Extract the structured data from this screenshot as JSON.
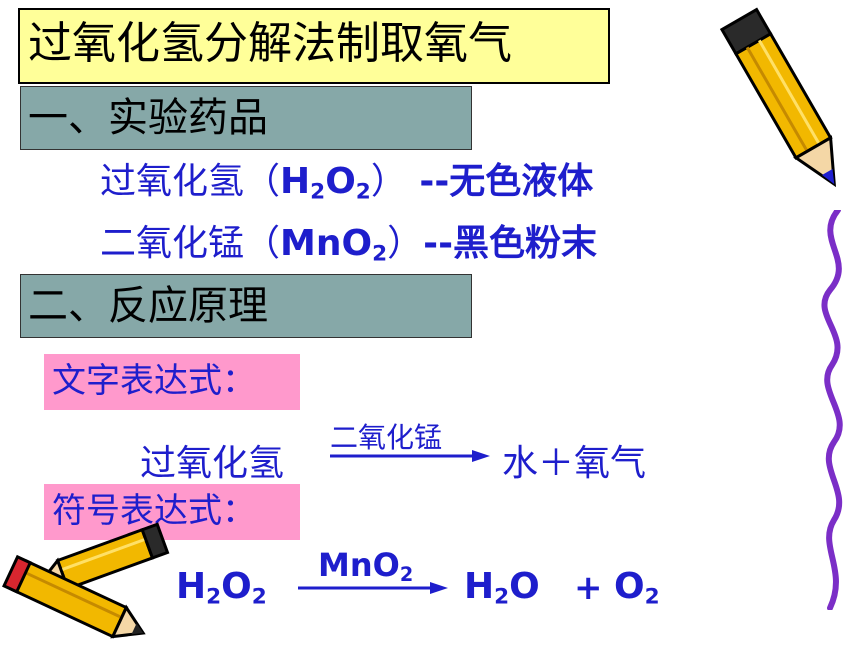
{
  "title": "过氧化氢分解法制取氧气",
  "section1": {
    "label": "一、实验药品"
  },
  "reagents": [
    {
      "name": "过氧化氢（",
      "formula_parts": [
        "H",
        "2",
        "O",
        "2"
      ],
      "close": "）",
      "desc": " --无色液体"
    },
    {
      "name": "二氧化锰（",
      "formula_parts": [
        "MnO",
        "2"
      ],
      "close": "）",
      "desc": "--黑色粉末"
    }
  ],
  "section2": {
    "label": "二、反应原理"
  },
  "word_eq": {
    "label": "文字表达式：",
    "reactant": "过氧化氢",
    "catalyst": "二氧化锰",
    "products": "水＋氧气"
  },
  "symbol_eq": {
    "label": "符号表达式：",
    "reactant_parts": [
      "H",
      "2",
      "O",
      "2"
    ],
    "catalyst_parts": [
      "MnO",
      "2"
    ],
    "product1_parts": [
      "H",
      "2",
      "O"
    ],
    "plus": "+",
    "product2_parts": [
      "O",
      "2"
    ]
  },
  "colors": {
    "title_bg": "#ffff99",
    "section_bg": "#86a8a8",
    "label_bg": "#ff99cc",
    "text_blue": "#1e1ecc"
  },
  "decorations": [
    "pencil-icon",
    "pencil-icon",
    "pencil-icon",
    "squiggle-line"
  ]
}
